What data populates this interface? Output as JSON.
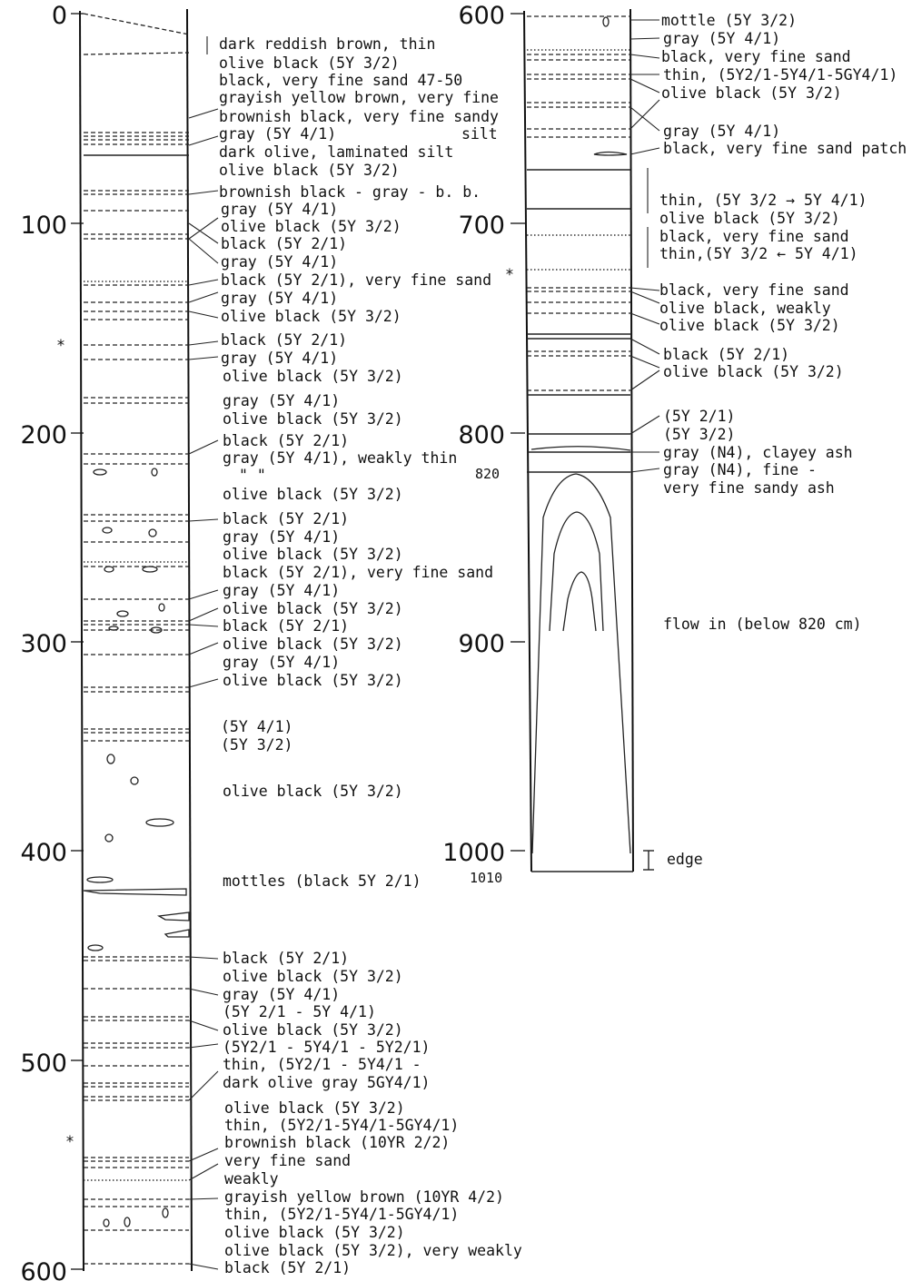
{
  "colors": {
    "ink": "#111111",
    "paper": "#ffffff"
  },
  "depth_labels": [
    "0",
    "100",
    "200",
    "300",
    "400",
    "500",
    "600",
    "600",
    "700",
    "800",
    "900",
    "1000"
  ],
  "notes": {
    "left_820": "820",
    "right_1010": "1010"
  },
  "left_descriptions": [
    "dark reddish brown, thin",
    "olive black (5Y 3/2)",
    "black, very fine sand 47-50",
    "grayish yellow brown, very fine",
    "brownish black, very fine sandy",
    "gray (5Y 4/1)",
    "silt",
    "dark olive, laminated silt",
    "olive black (5Y 3/2)",
    "brownish black - gray - b. b.",
    "gray (5Y 4/1)",
    "olive black (5Y 3/2)",
    "black (5Y 2/1)",
    "gray (5Y 4/1)",
    "black (5Y 2/1), very fine sand",
    "gray (5Y 4/1)",
    "olive black (5Y 3/2)",
    "black (5Y 2/1)",
    "gray (5Y 4/1)",
    "olive black (5Y 3/2)",
    "gray (5Y 4/1)",
    "olive black (5Y 3/2)",
    "black (5Y 2/1)",
    "gray (5Y 4/1), weakly thin",
    "\"      \"",
    "olive black (5Y 3/2)",
    "black (5Y 2/1)",
    "gray (5Y 4/1)",
    "olive black (5Y 3/2)",
    "black (5Y 2/1), very fine sand",
    "gray (5Y 4/1)",
    "olive black (5Y 3/2)",
    "black (5Y 2/1)",
    "olive black (5Y 3/2)",
    "gray (5Y 4/1)",
    "olive black (5Y 3/2)",
    "(5Y 4/1)",
    "(5Y 3/2)",
    "olive black (5Y 3/2)",
    "mottles (black 5Y 2/1)",
    "black (5Y 2/1)",
    "olive black (5Y 3/2)",
    "gray (5Y 4/1)",
    "(5Y 2/1 - 5Y 4/1)",
    "olive black (5Y 3/2)",
    "(5Y2/1 - 5Y4/1 - 5Y2/1)",
    "thin, (5Y2/1 - 5Y4/1 -",
    "dark olive gray 5GY4/1)",
    "olive black (5Y 3/2)",
    "thin, (5Y2/1-5Y4/1-5GY4/1)",
    "brownish black (10YR 2/2)",
    "very fine sand",
    "weakly",
    "grayish yellow brown (10YR 4/2)",
    "thin, (5Y2/1-5Y4/1-5GY4/1)",
    "olive black (5Y 3/2)",
    "olive black (5Y 3/2), very weakly",
    "black (5Y 2/1)"
  ],
  "right_descriptions": [
    "mottle (5Y 3/2)",
    "gray (5Y 4/1)",
    "black, very fine sand",
    "thin, (5Y2/1-5Y4/1-5GY4/1)",
    "olive black (5Y 3/2)",
    "gray (5Y 4/1)",
    "black, very fine sand patch",
    "thin, (5Y 3/2 → 5Y 4/1)",
    "olive black (5Y 3/2)",
    "black, very fine sand",
    "thin,(5Y 3/2 ← 5Y 4/1)",
    "black, very fine sand",
    "olive black, weakly",
    "olive black (5Y 3/2)",
    "black (5Y 2/1)",
    "olive black (5Y 3/2)",
    "(5Y 2/1)",
    "(5Y 3/2)",
    "gray (N4), clayey ash",
    "gray (N4), fine -",
    "very fine sandy ash",
    "flow in (below 820 cm)",
    "edge"
  ]
}
